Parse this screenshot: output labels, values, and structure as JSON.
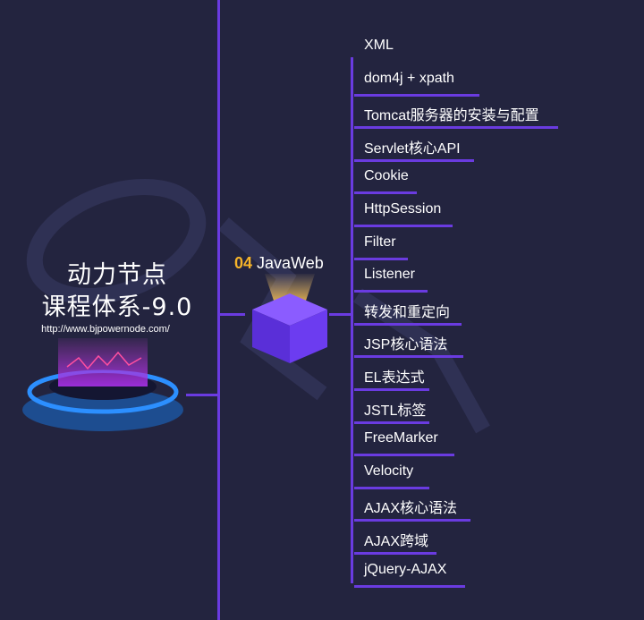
{
  "brand": {
    "line1": "动力节点",
    "line2": "课程体系-9.0",
    "url": "http://www.bjpowernode.com/"
  },
  "center": {
    "number": "04",
    "title": "JavaWeb"
  },
  "topics": [
    "XML",
    "dom4j + xpath",
    "Tomcat服务器的安装与配置",
    "Servlet核心API",
    "Cookie",
    "HttpSession",
    "Filter",
    "Listener",
    "转发和重定向",
    "JSP核心语法",
    "EL表达式",
    "JSTL标签",
    "FreeMarker",
    "Velocity",
    "AJAX核心语法",
    "AJAX跨域",
    "jQuery-AJAX"
  ],
  "colors": {
    "background": "#23243f",
    "line": "#6a3be0",
    "accent_number": "#f6b42a",
    "text": "#ffffff"
  }
}
